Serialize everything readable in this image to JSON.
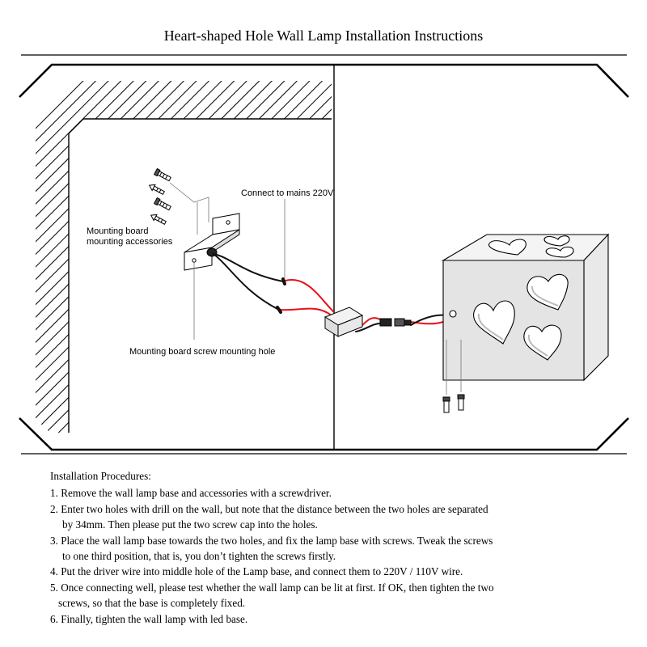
{
  "title": "Heart-shaped Hole Wall Lamp Installation Instructions",
  "labels": {
    "mains": "Connect to mains 220V",
    "accessories_line1": "Mounting board",
    "accessories_line2": "mounting accessories",
    "screw_hole": "Mounting board screw mounting hole"
  },
  "procedures": {
    "heading": "Installation Procedures:",
    "steps": [
      [
        "1. Remove the wall lamp base and accessories with a screwdriver."
      ],
      [
        "2. Enter two holes with drill on the wall, but note that the distance between the two holes are separated",
        "by 34mm. Then please put the two screw cap into the holes."
      ],
      [
        "3. Place the wall lamp base towards the two holes, and fix the lamp base with screws. Tweak the screws",
        "to one third position, that is, you don’t tighten the screws firstly."
      ],
      [
        "4. Put the driver wire into middle hole of the Lamp base, and connect them to 220V / 110V wire."
      ],
      [
        "5. Once connecting well, please test whether the wall lamp can be lit at first. If OK, then tighten the two",
        "screws, so that the base is completely fixed."
      ],
      [
        "6. Finally, tighten the wall lamp with led base."
      ]
    ]
  },
  "colors": {
    "wire_red": "#e8101a",
    "wire_black": "#111111",
    "line": "#000000"
  }
}
